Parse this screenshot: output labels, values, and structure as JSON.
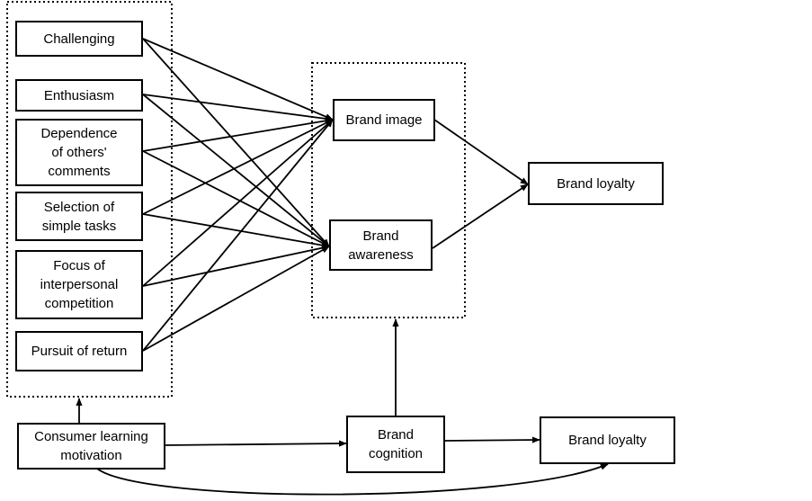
{
  "diagram": {
    "antecedents": [
      "Challenging",
      "Enthusiasm",
      "Dependence\nof others'\ncomments",
      "Selection of\nsimple tasks",
      "Focus of\ninterpersonal\ncompetition",
      "Pursuit of return"
    ],
    "brand_image": "Brand image",
    "brand_awareness": "Brand\nawareness",
    "brand_loyalty_top": "Brand loyalty",
    "consumer_learning_motivation": "Consumer learning\nmotivation",
    "brand_cognition": "Brand\ncognition",
    "brand_loyalty_bottom": "Brand loyalty",
    "colors": {
      "line": "#000000",
      "box_fill": "#ffffff"
    }
  }
}
